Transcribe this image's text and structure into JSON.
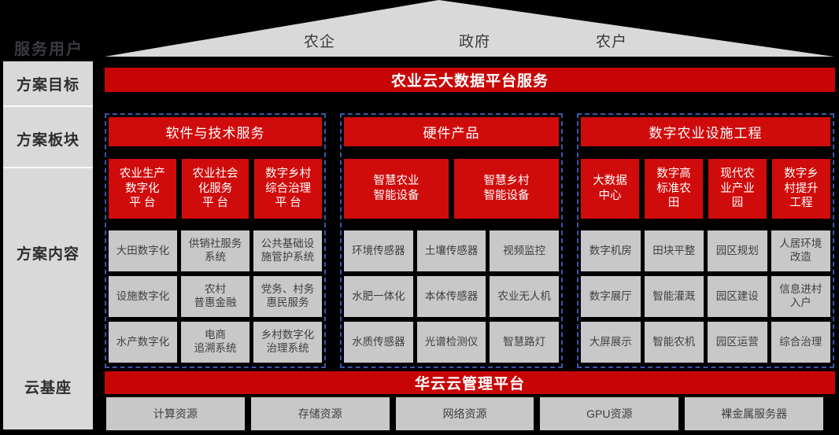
{
  "colors": {
    "red": "#d00b0b",
    "red-dark": "#c80506",
    "box-gray": "#c8c8c8",
    "panel-gray": "#d9d9d9",
    "dashed-blue": "#3a57a8",
    "dark-text": "#3f3f3f"
  },
  "rail": {
    "title": "服务用户",
    "sections": [
      "方案目标",
      "方案板块",
      "方案内容",
      "云基座"
    ]
  },
  "roof": {
    "users": [
      "农企",
      "政府",
      "农户"
    ]
  },
  "banners": {
    "top": "农业云大数据平台服务",
    "bottom": "华云云管理平台"
  },
  "columns": [
    {
      "header": "软件与技术服务",
      "platforms": [
        "农业生产\n数字化\n平 台",
        "农业社会\n化服务\n平 台",
        "数字乡村\n综合治理\n平 台"
      ],
      "grid": [
        [
          "大田数字化",
          "供销社服务\n系统",
          "公共基础设\n施管护系统"
        ],
        [
          "设施数字化",
          "农村\n普惠金融",
          "党务、村务\n惠民服务"
        ],
        [
          "水产数字化",
          "电商\n追溯系统",
          "乡村数字化\n治理系统"
        ]
      ]
    },
    {
      "header": "硬件产品",
      "platforms": [
        "智慧农业\n智能设备",
        "智慧乡村\n智能设备"
      ],
      "grid": [
        [
          "环境传感器",
          "土壤传感器",
          "视频监控"
        ],
        [
          "水肥一体化",
          "本体传感器",
          "农业无人机"
        ],
        [
          "水质传感器",
          "光谱检测仪",
          "智慧路灯"
        ]
      ]
    },
    {
      "header": "数字农业设施工程",
      "platforms": [
        "大数据\n中心",
        "数字高\n标准农\n田",
        "现代农\n业产业\n园",
        "数字乡\n村提升\n工程"
      ],
      "grid": [
        [
          "数字机房",
          "田块平整",
          "园区规划",
          "人居环境\n改造"
        ],
        [
          "数字展厅",
          "智能灌溉",
          "园区建设",
          "信息进村\n入户"
        ],
        [
          "大屏展示",
          "智能农机",
          "园区运营",
          "综合治理"
        ]
      ]
    }
  ],
  "resources": [
    "计算资源",
    "存储资源",
    "网络资源",
    "GPU资源",
    "裸金属服务器"
  ]
}
